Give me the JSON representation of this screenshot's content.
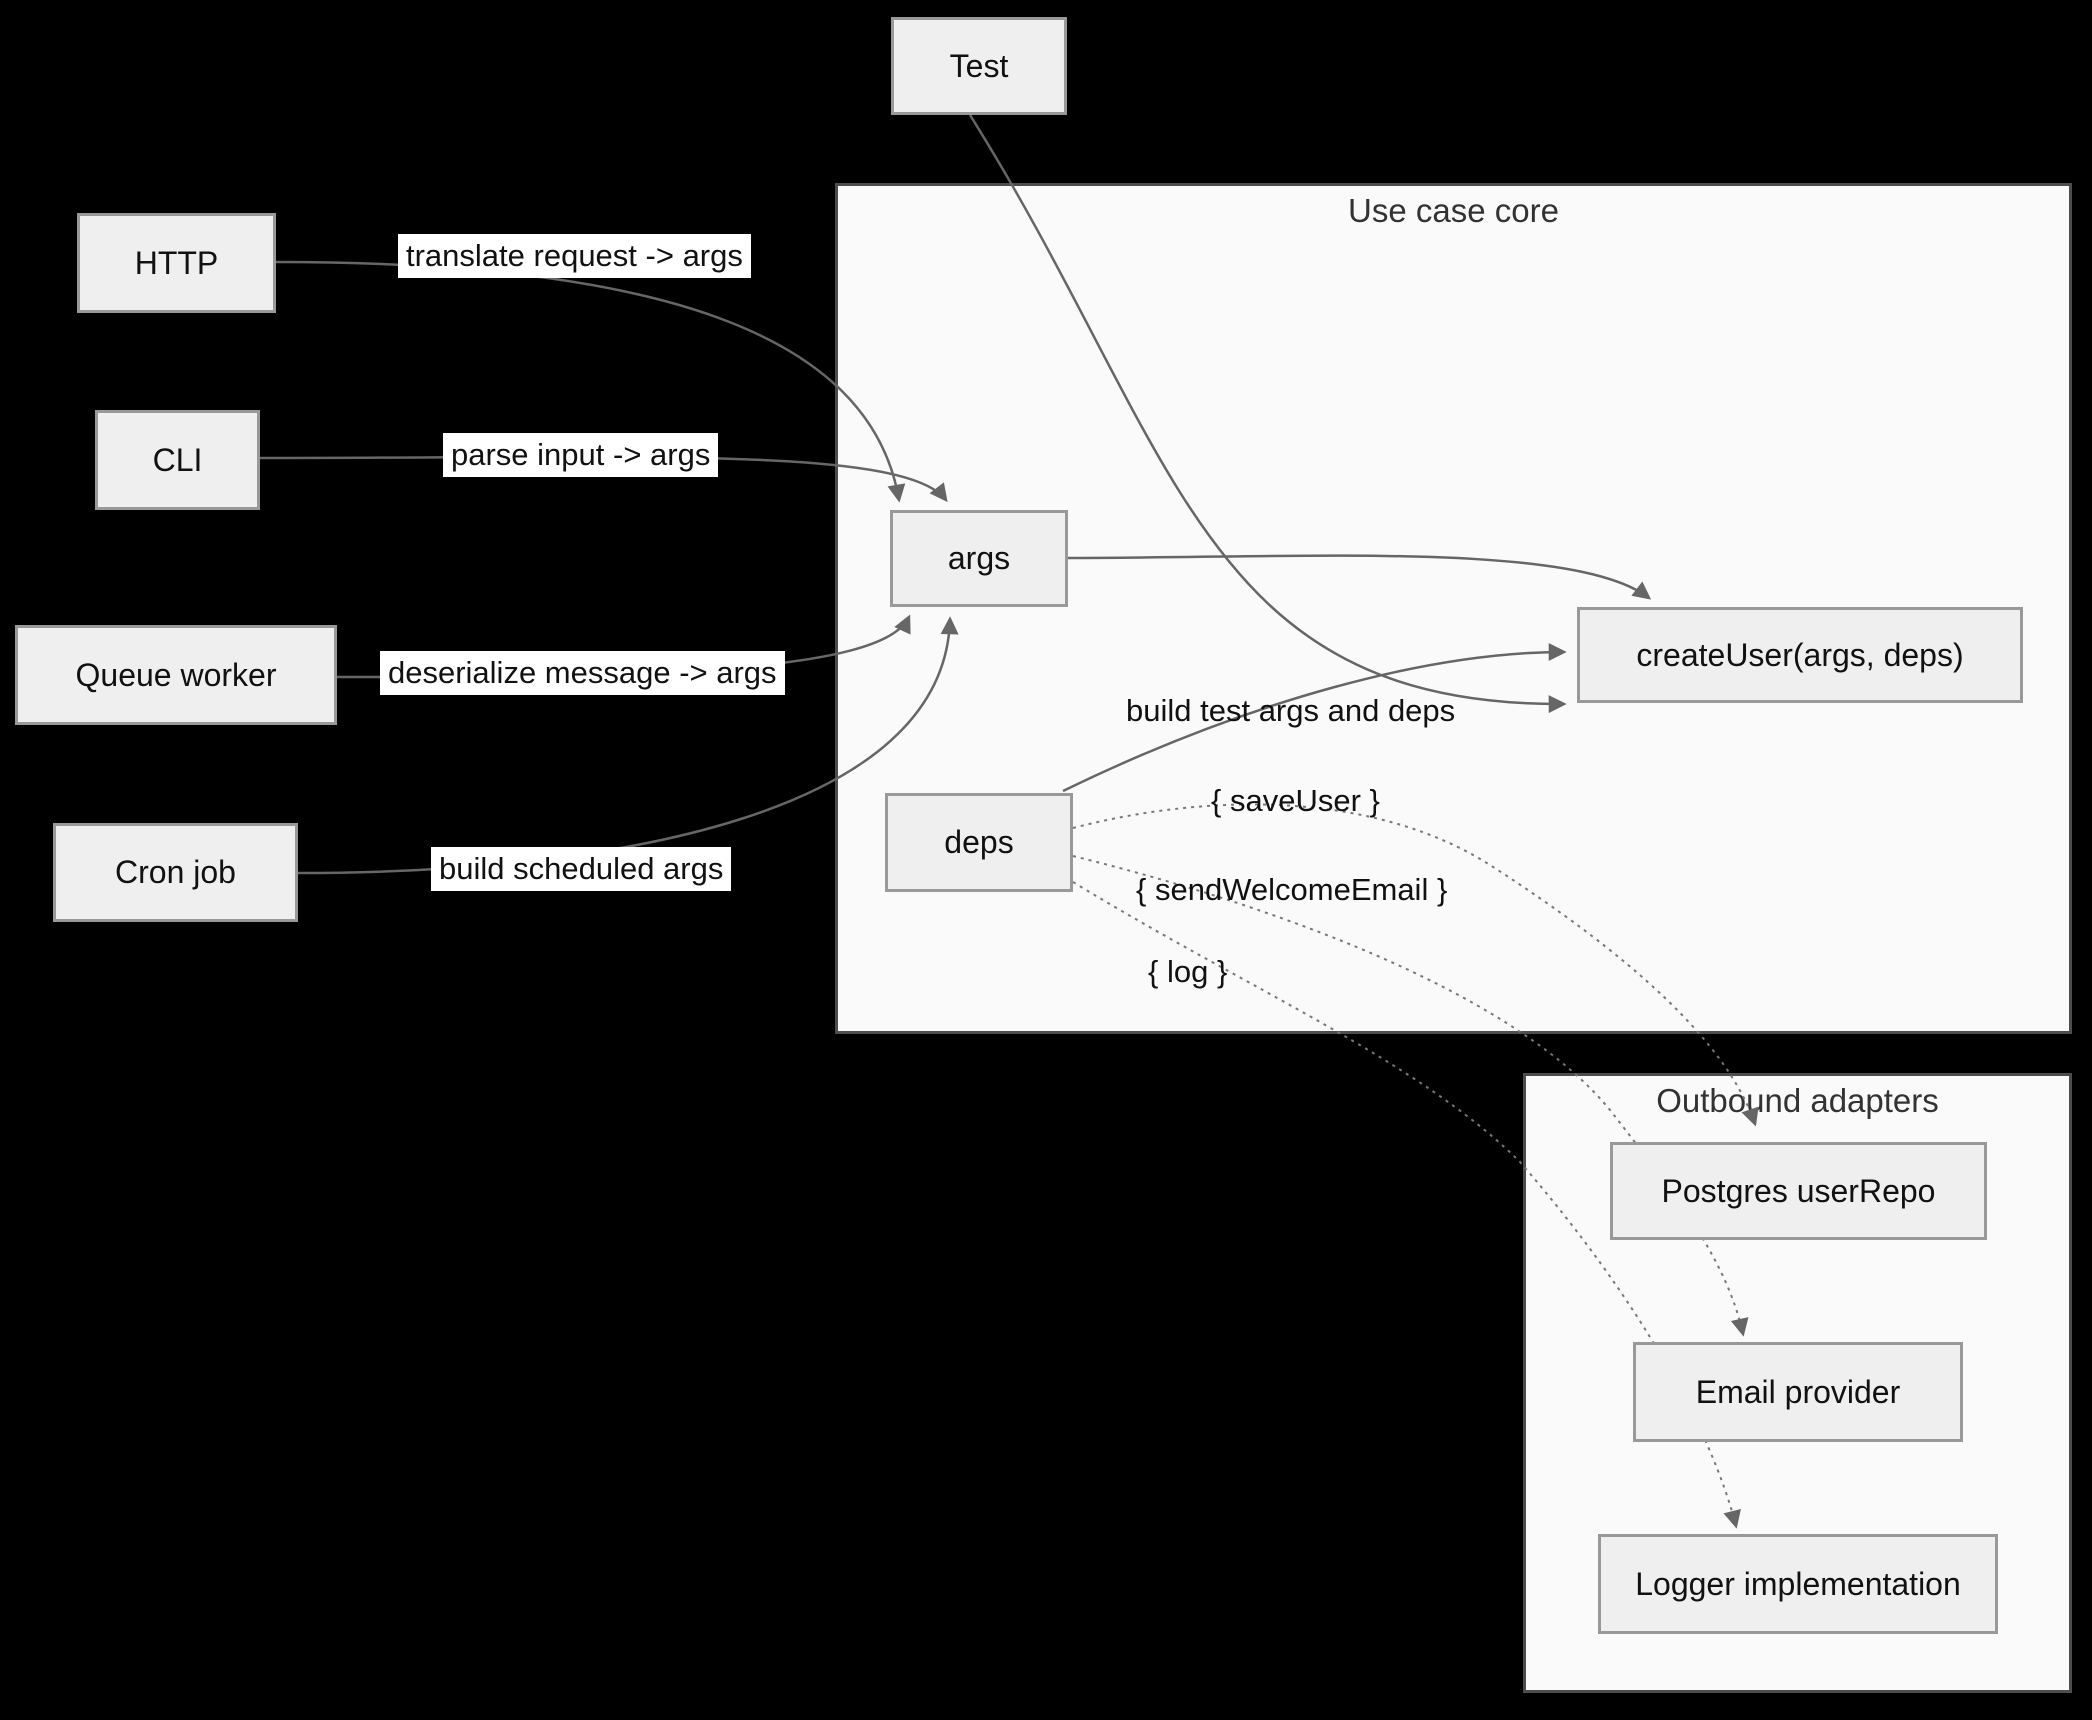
{
  "diagram": {
    "type": "flowchart",
    "background": "#000000",
    "containers": {
      "use_case_core": {
        "title": "Use case core"
      },
      "outbound_adapters": {
        "title": "Outbound adapters"
      }
    },
    "nodes": {
      "test": {
        "label": "Test"
      },
      "http": {
        "label": "HTTP"
      },
      "cli": {
        "label": "CLI"
      },
      "queue_worker": {
        "label": "Queue worker"
      },
      "cron_job": {
        "label": "Cron job"
      },
      "args": {
        "label": "args"
      },
      "deps": {
        "label": "deps"
      },
      "create_user": {
        "label": "createUser(args, deps)"
      },
      "postgres_user_repo": {
        "label": "Postgres userRepo"
      },
      "email_provider": {
        "label": "Email provider"
      },
      "logger_impl": {
        "label": "Logger implementation"
      }
    },
    "edges": [
      {
        "from": "http",
        "to": "args",
        "label": "translate request -> args",
        "style": "solid"
      },
      {
        "from": "cli",
        "to": "args",
        "label": "parse input -> args",
        "style": "solid"
      },
      {
        "from": "queue_worker",
        "to": "args",
        "label": "deserialize message -> args",
        "style": "solid"
      },
      {
        "from": "cron_job",
        "to": "args",
        "label": "build scheduled args",
        "style": "solid"
      },
      {
        "from": "test",
        "to": "create_user",
        "label": "build test args and deps",
        "style": "solid"
      },
      {
        "from": "args",
        "to": "create_user",
        "label": "",
        "style": "solid"
      },
      {
        "from": "deps",
        "to": "create_user",
        "label": "",
        "style": "solid"
      },
      {
        "from": "deps",
        "to": "postgres_user_repo",
        "label": "{ saveUser }",
        "style": "dotted"
      },
      {
        "from": "deps",
        "to": "email_provider",
        "label": "{ sendWelcomeEmail }",
        "style": "dotted"
      },
      {
        "from": "deps",
        "to": "logger_impl",
        "label": "{ log }",
        "style": "dotted"
      }
    ],
    "edge_labels": {
      "translate": "translate request -> args",
      "parse": "parse input -> args",
      "deserialize": "deserialize message -> args",
      "schedule": "build scheduled args",
      "build_test": "build test args and deps",
      "save_user": "{ saveUser }",
      "send_email": "{ sendWelcomeEmail }",
      "log": "{ log }"
    },
    "colors": {
      "background": "#000000",
      "container_fill": "#fafafa",
      "container_border": "#4d4d4d",
      "node_fill": "#efefef",
      "node_border": "#999999",
      "edge_stroke": "#666666",
      "dotted_stroke": "#777777",
      "label_bg": "#ffffff",
      "text": "#111111",
      "title_text": "#333333"
    }
  }
}
